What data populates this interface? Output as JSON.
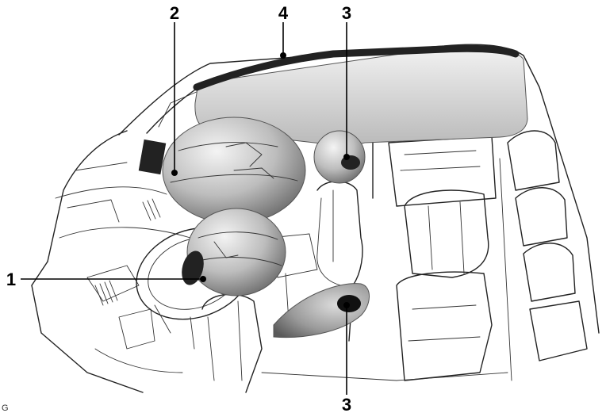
{
  "callouts": [
    {
      "id": "driver-airbag",
      "label": "1"
    },
    {
      "id": "passenger-airbag",
      "label": "2"
    },
    {
      "id": "side-airbag-upper",
      "label": "3"
    },
    {
      "id": "side-airbag-lower",
      "label": "3"
    },
    {
      "id": "curtain-airbag",
      "label": "4"
    }
  ],
  "corner_code": "G",
  "icons": {
    "vehicle": "vehicle-interior-outline-icon",
    "airbag": "airbag-cushion-icon",
    "module": "airbag-module-marker-icon"
  }
}
